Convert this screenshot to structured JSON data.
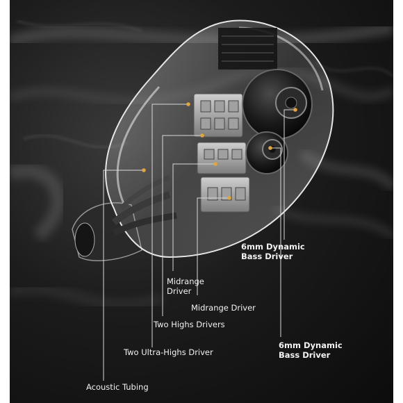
{
  "colors": {
    "accent_dot": "#e3a53e",
    "label_text": "#f2f2f2",
    "background": "#141414"
  },
  "labels": {
    "dynamic_bass_upper": {
      "line1": "6mm Dynamic",
      "line2": "Bass Driver"
    },
    "midrange_left": {
      "line1": "Midrange",
      "line2": "Driver"
    },
    "midrange_right": "Midrange Driver",
    "two_highs": "Two Highs Drivers",
    "dynamic_bass_lower": {
      "line1": "6mm Dynamic",
      "line2": "Bass Driver"
    },
    "two_ultra_highs": "Two Ultra-Highs Driver",
    "acoustic_tubing": "Acoustic Tubing"
  }
}
